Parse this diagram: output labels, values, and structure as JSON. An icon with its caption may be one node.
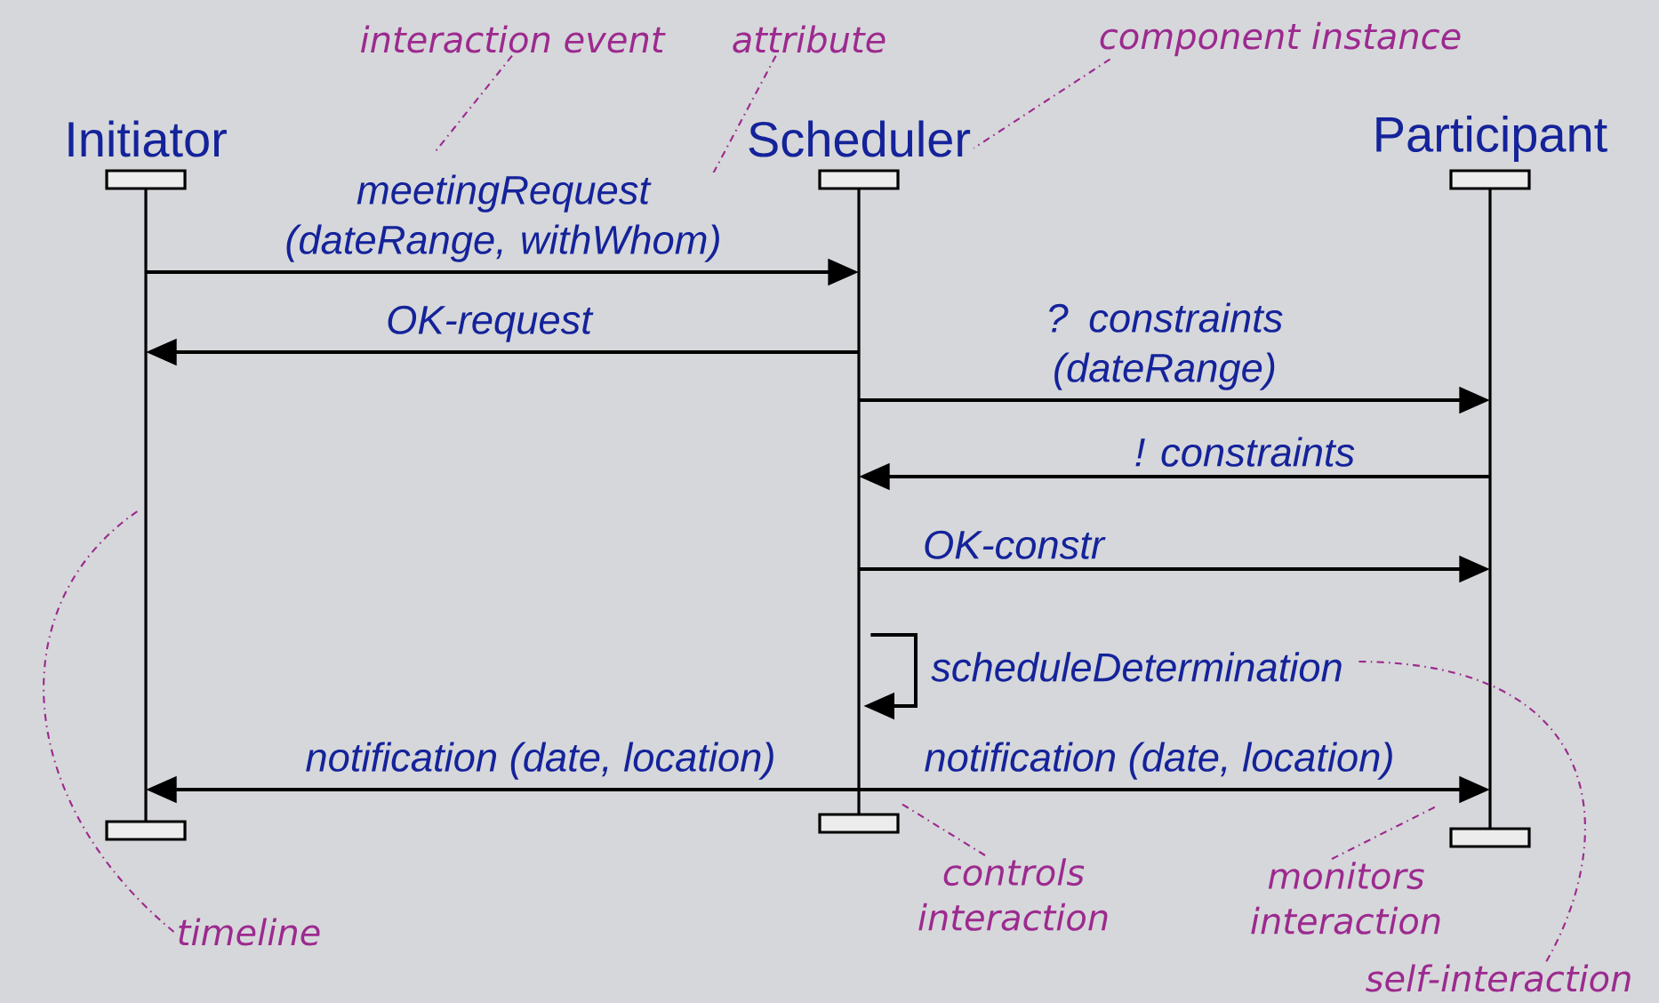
{
  "diagram": {
    "nodes": [
      {
        "text": [
          "Initiator"
        ]
      },
      {
        "text": [
          "Scheduler"
        ]
      },
      {
        "text": [
          "Participant"
        ]
      },
      {
        "text": [
          "interaction event"
        ]
      },
      {
        "text": [
          "attribute"
        ]
      },
      {
        "text": [
          "component instance"
        ]
      },
      {
        "text": [
          "timeline"
        ]
      },
      {
        "text": [
          "controls interaction"
        ]
      },
      {
        "text": [
          "monitors interaction"
        ]
      },
      {
        "text": [
          "self-interaction"
        ]
      }
    ],
    "edges": [
      {
        "from": 0,
        "to": 1,
        "arrow": "to",
        "label": "meetingRequest (dateRange, withWhom)"
      },
      {
        "from": 1,
        "to": 0,
        "arrow": "to",
        "label": "OK-request"
      },
      {
        "from": 1,
        "to": 2,
        "arrow": "to",
        "label": "? constraints (dateRange)"
      },
      {
        "from": 2,
        "to": 1,
        "arrow": "to",
        "label": "! constraints"
      },
      {
        "from": 1,
        "to": 2,
        "arrow": "to",
        "label": "OK-constr"
      },
      {
        "from": 1,
        "to": 1,
        "arrow": "to",
        "label": "scheduleDetermination"
      },
      {
        "from": 1,
        "to": 0,
        "arrow": "to",
        "label": "notification (date, location)"
      },
      {
        "from": 1,
        "to": 2,
        "arrow": "to",
        "label": "notification (date, location)"
      },
      {
        "from": 3,
        "to": null,
        "arrow": "none",
        "style": "dashed",
        "color": "#9c2a8f"
      },
      {
        "from": 4,
        "to": null,
        "arrow": "none",
        "style": "dashed",
        "color": "#9c2a8f"
      },
      {
        "from": 5,
        "to": 1,
        "arrow": "none",
        "style": "dashed",
        "color": "#9c2a8f"
      },
      {
        "from": 6,
        "to": 0,
        "arrow": "none",
        "style": "dashed",
        "color": "#9c2a8f"
      },
      {
        "from": 7,
        "to": 1,
        "arrow": "none",
        "style": "dashed",
        "color": "#9c2a8f"
      },
      {
        "from": 8,
        "to": 2,
        "arrow": "none",
        "style": "dashed",
        "color": "#9c2a8f"
      },
      {
        "from": 9,
        "to": null,
        "arrow": "none",
        "style": "dashed",
        "color": "#9c2a8f"
      }
    ]
  }
}
